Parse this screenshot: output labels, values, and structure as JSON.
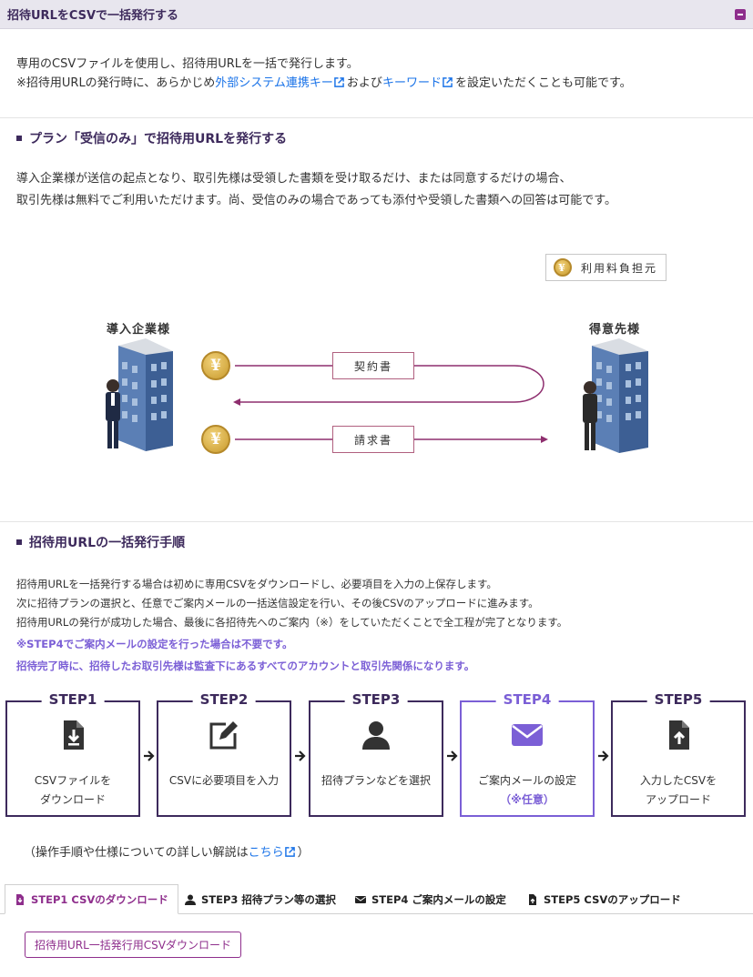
{
  "panel": {
    "title": "招待URLをCSVで一括発行する"
  },
  "intro": {
    "line1": "専用のCSVファイルを使用し、招待用URLを一括で発行します。",
    "line2_prefix": "※招待用URLの発行時に、あらかじめ",
    "link_external_key": "外部システム連携キー",
    "line2_mid": "および",
    "link_keyword": "キーワード",
    "line2_suffix": "を設定いただくことも可能です。"
  },
  "plan_section": {
    "title": "プラン「受信のみ」で招待用URLを発行する",
    "line1": "導入企業様が送信の起点となり、取引先様は受領した書類を受け取るだけ、または同意するだけの場合、",
    "line2": "取引先様は無料でご利用いただけます。尚、受信のみの場合であっても添付や受領した書類への回答は可能です。"
  },
  "diagram": {
    "fee_badge": "利用料負担元",
    "coin_symbol": "¥",
    "left_company": "導入企業様",
    "right_company": "得意先様",
    "doc_contract": "契約書",
    "doc_invoice": "請求書",
    "colors": {
      "arrow": "#8e2e6e",
      "building": "#4a6fa5",
      "coin": "#d4a63a"
    }
  },
  "procedure": {
    "title": "招待用URLの一括発行手順",
    "line1": "招待用URLを一括発行する場合は初めに専用CSVをダウンロードし、必要項目を入力の上保存します。",
    "line2": "次に招待プランの選択と、任意でご案内メールの一括送信設定を行い、その後CSVのアップロードに進みます。",
    "line3": "招待用URLの発行が成功した場合、最後に各招待先へのご案内（※）をしていただくことで全工程が完了となります。",
    "note1": "※STEP4でご案内メールの設定を行った場合は不要です。",
    "note2": "招待完了時に、招待したお取引先様は監査下にあるすべてのアカウントと取引先関係になります。"
  },
  "steps": [
    {
      "label": "STEP1",
      "icon": "file-download-icon",
      "line1": "CSVファイルを",
      "line2": "ダウンロード"
    },
    {
      "label": "STEP2",
      "icon": "edit-icon",
      "line1": "CSVに必要項目を入力",
      "line2": ""
    },
    {
      "label": "STEP3",
      "icon": "user-icon",
      "line1": "招待プランなどを選択",
      "line2": ""
    },
    {
      "label": "STEP4",
      "icon": "envelope-icon",
      "line1": "ご案内メールの設定",
      "line2": "（※任意）"
    },
    {
      "label": "STEP5",
      "icon": "file-upload-icon",
      "line1": "入力したCSVを",
      "line2": "アップロード"
    }
  ],
  "detail": {
    "prefix": "（操作手順や仕様についての詳しい解説は",
    "link": "こちら",
    "suffix": "）"
  },
  "tabs": [
    {
      "label": "STEP1 CSVのダウンロード",
      "icon": "file-download-icon",
      "active": true
    },
    {
      "label": "STEP3 招待プラン等の選択",
      "icon": "user-icon",
      "active": false
    },
    {
      "label": "STEP4 ご案内メールの設定",
      "icon": "envelope-icon",
      "active": false
    },
    {
      "label": "STEP5 CSVのアップロード",
      "icon": "file-upload-icon",
      "active": false
    }
  ],
  "download_button": {
    "label": "招待用URL一括発行用CSVダウンロード"
  },
  "colors": {
    "primary": "#3d2a5c",
    "accent": "#8e2e8c",
    "optional": "#7b5fd6",
    "link": "#1a73e8"
  }
}
